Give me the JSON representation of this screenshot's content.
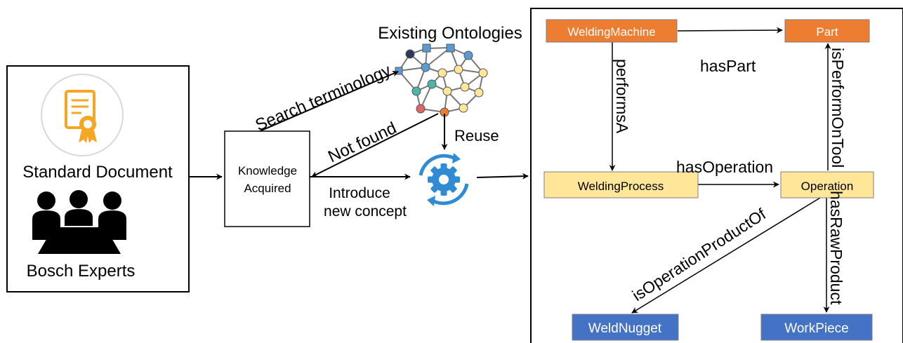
{
  "source": {
    "document_label": "Standard Document",
    "experts_label": "Bosch Experts"
  },
  "process": {
    "knowledge_line1": "Knowledge",
    "knowledge_line2": "Acquired",
    "existing_ontologies": "Existing Ontologies",
    "search_terminology": "Search terminology",
    "not_found": "Not found",
    "reuse": "Reuse",
    "introduce_line1": "Introduce",
    "introduce_line2": "new concept"
  },
  "ontology": {
    "classes": {
      "welding_machine": "WeldingMachine",
      "part": "Part",
      "welding_process": "WeldingProcess",
      "operation": "Operation",
      "weld_nugget": "WeldNugget",
      "work_piece": "WorkPiece"
    },
    "relations": {
      "has_part": "hasPart",
      "performs_a": "performsA",
      "has_operation": "hasOperation",
      "is_perform_on_tool": "isPerformOnTool",
      "has_raw_product": "hasRawProduct",
      "is_operation_product_of": "isOperationProductOf"
    }
  },
  "colors": {
    "orange_class": "#ED7D31",
    "yellow_class": "#FFE699",
    "blue_class": "#4472C4",
    "gear_blue": "#2E8BD4",
    "icon_orange": "#F5A623"
  },
  "icons": [
    "certificate-icon",
    "experts-icon",
    "ontology-network-icon",
    "gear-cycle-icon"
  ]
}
